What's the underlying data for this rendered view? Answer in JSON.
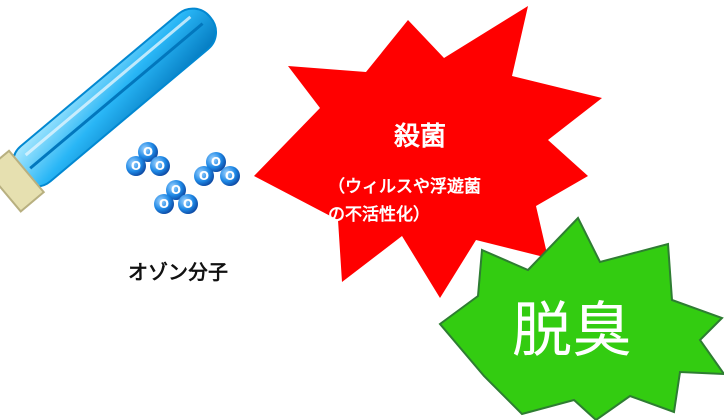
{
  "ozone": {
    "label": "オゾン分子",
    "atom_letter": "O"
  },
  "sterilize": {
    "title": "殺菌",
    "detail_line1": "（ウィルスや浮遊菌",
    "detail_line2": "の不活性化）",
    "color": "#ff0000"
  },
  "deodorize": {
    "title": "脱臭",
    "color": "#33cc11"
  },
  "lamp": {
    "tube_color": "#4fc3f7",
    "cap_color": "#e6e0b0"
  },
  "molecule_color": "#1e88e5"
}
